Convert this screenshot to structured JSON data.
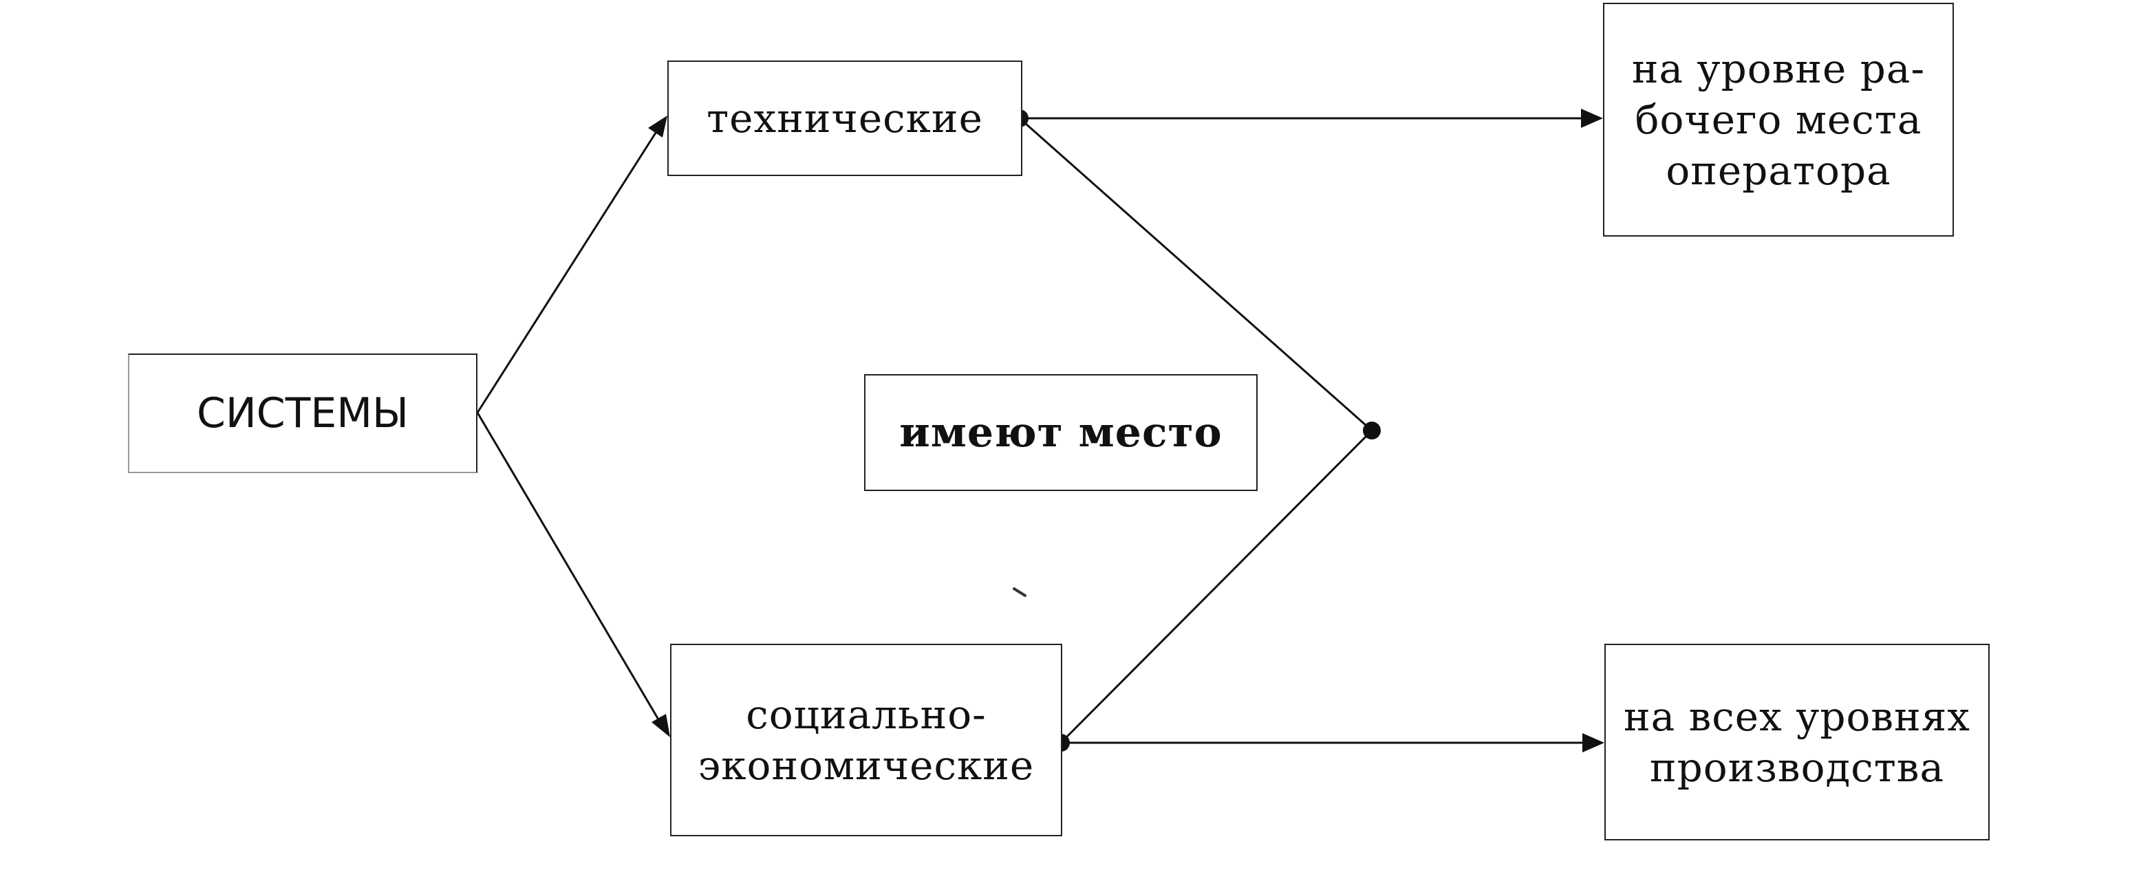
{
  "diagram": {
    "nodes": {
      "sistemy": {
        "lines": [
          "СИСТЕМЫ"
        ]
      },
      "tech": {
        "lines": [
          "технические"
        ]
      },
      "socio": {
        "lines": [
          "социально-",
          "экономические"
        ]
      },
      "imeyut": {
        "lines": [
          "имеют место"
        ]
      },
      "workplace": {
        "lines": [
          "на уровне ра-",
          "бочего места",
          "оператора"
        ]
      },
      "alllevels": {
        "lines": [
          "на всех уровнях",
          "производства"
        ]
      }
    },
    "edges": [
      {
        "from": "sistemy",
        "to": "tech",
        "style": "arrow"
      },
      {
        "from": "sistemy",
        "to": "socio",
        "style": "arrow"
      },
      {
        "from": "tech",
        "to": "workplace",
        "style": "arrow"
      },
      {
        "from": "socio",
        "to": "alllevels",
        "style": "arrow"
      },
      {
        "from": "tech",
        "to": "junction",
        "style": "dot-line"
      },
      {
        "from": "socio",
        "to": "junction",
        "style": "dot-line"
      }
    ],
    "colors": {
      "stroke": "#111111",
      "text": "#111111"
    }
  }
}
